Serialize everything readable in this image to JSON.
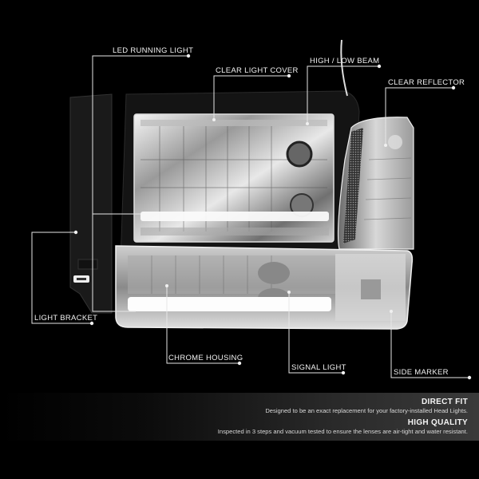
{
  "callouts": {
    "led_running_light": "LED RUNNING LIGHT",
    "clear_light_cover": "CLEAR LIGHT COVER",
    "high_low_beam": "HIGH / LOW BEAM",
    "clear_reflector": "CLEAR REFLECTOR",
    "light_bracket": "LIGHT BRACKET",
    "chrome_housing": "CHROME HOUSING",
    "signal_light": "SIGNAL LIGHT",
    "side_marker": "SIDE MARKER"
  },
  "features": [
    {
      "title": "DIRECT FIT",
      "description": "Designed to be an exact replacement for your factory-installed Head Lights."
    },
    {
      "title": "HIGH QUALITY",
      "description": "Inspected in 3 steps and vacuum tested to ensure the lenses are air-tight and water resistant."
    }
  ],
  "colors": {
    "background": "#000000",
    "callout_line": "#e6e6e6",
    "band_start": "#000000",
    "band_end": "#3a3a3a"
  }
}
